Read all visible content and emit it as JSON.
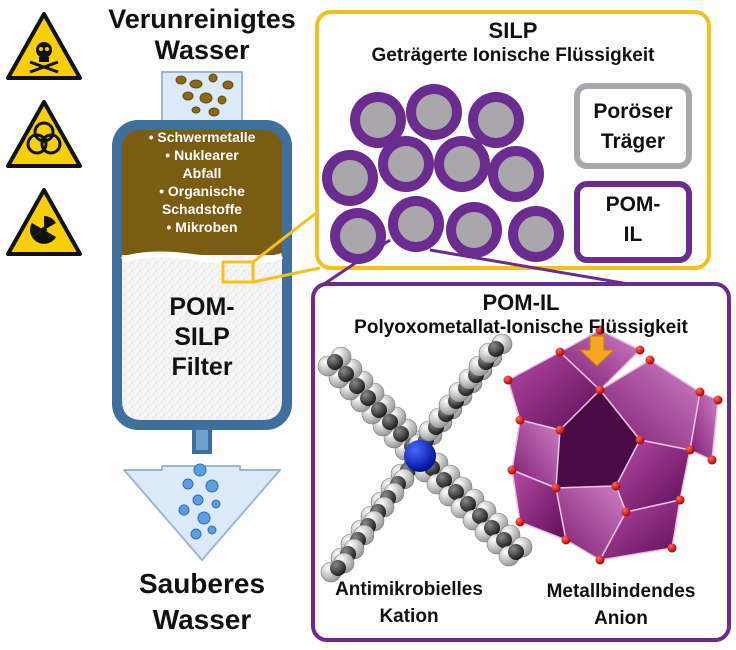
{
  "input_label": [
    "Verunreinigtes",
    "Wasser"
  ],
  "output_label": [
    "Sauberes",
    "Wasser"
  ],
  "contaminants": [
    "• Schwermetalle",
    "• Nuklearer",
    "Abfall",
    "• Organische",
    "Schadstoffe",
    "• Mikroben"
  ],
  "filter_label": [
    "POM-",
    "SILP",
    "Filter"
  ],
  "silp": {
    "title": "SILP",
    "subtitle": "Geträgerte Ionische Flüssigkeit",
    "legend_support": [
      "Poröser",
      "Träger"
    ],
    "legend_pomil": [
      "POM-",
      "IL"
    ]
  },
  "pomil": {
    "title": "POM-IL",
    "subtitle": "Polyoxometallat-Ionische Flüssigkeit",
    "cation_label": [
      "Antimikrobielles",
      "Kation"
    ],
    "anion_label": [
      "Metallbindendes",
      "Anion"
    ]
  },
  "hazard_icons": [
    "toxic-icon",
    "biohazard-icon",
    "radiation-icon"
  ],
  "colors": {
    "gold": "#f2c21b",
    "purple": "#6a2c8f",
    "pom_purple": "#8b1d7a",
    "filter_blue": "#3f6f9a",
    "brown": "#7a5c12",
    "arrow_fill": "#dce9f7",
    "arrow_stroke": "#9fb6d0",
    "bead_gray": "#a9a7ab"
  }
}
